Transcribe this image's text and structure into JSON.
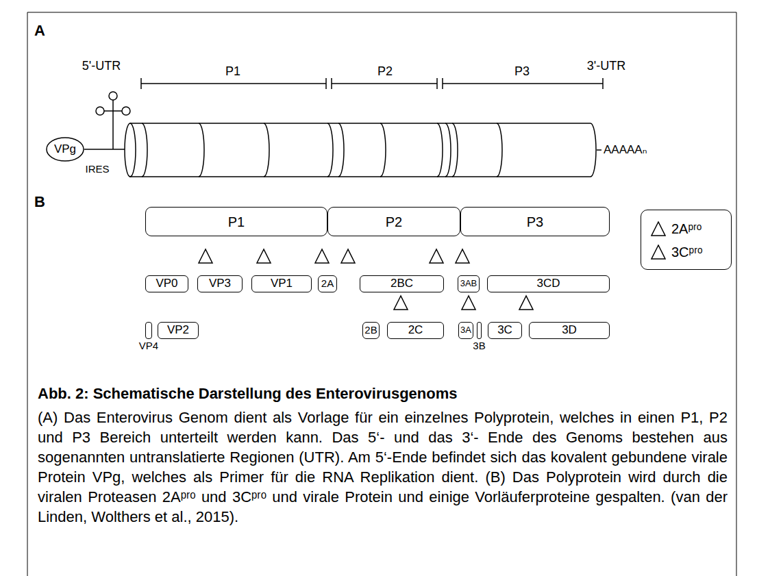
{
  "diagram": {
    "title": "Abb. 2: Schematische Darstellung des Enterovirusgenoms",
    "caption": "(A) Das Enterovirus Genom dient als Vorlage für ein einzelnes Polyprotein, welches in einen P1, P2 und P3 Bereich unterteilt werden kann. Das 5‘- und das 3‘- Ende des Genoms bestehen aus sogenannten untranslatierte Regionen (UTR). Am 5‘-Ende befindet sich das kovalent gebundene virale Protein VPg, welches als Primer für die RNA Replikation dient. (B) Das Polyprotein wird durch die viralen Proteasen 2Aᵖʳᵒ und 3Cᵖʳᵒ und virale Protein und einige Vorläuferproteine gespalten. (van der Linden, Wolthers et al., 2015).",
    "nodes": [
      {
        "text": [
          "VPg"
        ]
      },
      {
        "text": [
          "P1"
        ]
      },
      {
        "text": [
          "P2"
        ]
      },
      {
        "text": [
          "P3"
        ]
      },
      {
        "text": [
          "VP0"
        ]
      },
      {
        "text": [
          "VP3"
        ]
      },
      {
        "text": [
          "VP1"
        ]
      },
      {
        "text": [
          "2A"
        ]
      },
      {
        "text": [
          "2BC"
        ]
      },
      {
        "text": [
          "3AB"
        ]
      },
      {
        "text": [
          "3CD"
        ]
      },
      {
        "text": [
          "VP4"
        ]
      },
      {
        "text": [
          "VP2"
        ]
      },
      {
        "text": [
          "2B"
        ]
      },
      {
        "text": [
          "2C"
        ]
      },
      {
        "text": [
          "3A"
        ]
      },
      {
        "text": [
          "3B"
        ]
      },
      {
        "text": [
          "3C"
        ]
      },
      {
        "text": [
          "3D"
        ]
      }
    ],
    "labels": [
      "A",
      "5'-UTR",
      "3'-UTR",
      "P1",
      "P2",
      "P3",
      "IRES",
      "AAAAAₙ",
      "B"
    ],
    "legend": [
      {
        "text": "2Aᵖʳᵒ"
      },
      {
        "text": "3Cᵖʳᵒ"
      }
    ]
  }
}
